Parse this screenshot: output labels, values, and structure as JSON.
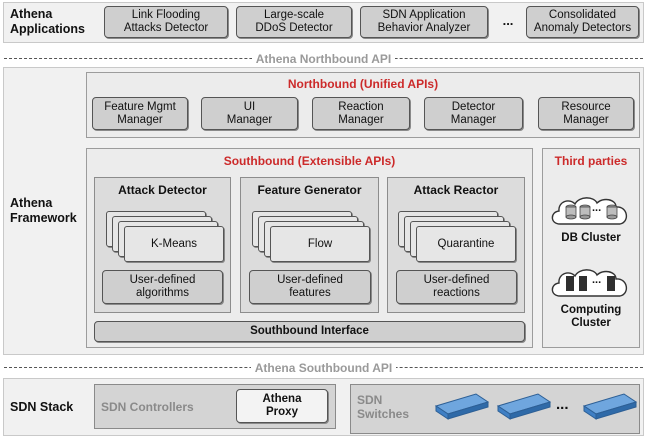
{
  "applications": {
    "label_line1": "Athena",
    "label_line2": "Applications",
    "items": [
      {
        "line1": "Link Flooding",
        "line2": "Attacks Detector"
      },
      {
        "line1": "Large-scale",
        "line2": "DDoS Detector"
      },
      {
        "line1": "SDN Application",
        "line2": "Behavior Analyzer"
      },
      {
        "line1": "Consolidated",
        "line2": "Anomaly Detectors"
      }
    ],
    "ellipsis": "..."
  },
  "northbound_api_label": "Athena Northbound API",
  "framework": {
    "label_line1": "Athena",
    "label_line2": "Framework",
    "northbound": {
      "title": "Northbound (Unified APIs)",
      "managers": [
        {
          "line1": "Feature Mgmt",
          "line2": "Manager"
        },
        {
          "line1": "UI",
          "line2": "Manager"
        },
        {
          "line1": "Reaction",
          "line2": "Manager"
        },
        {
          "line1": "Detector",
          "line2": "Manager"
        },
        {
          "line1": "Resource",
          "line2": "Manager"
        }
      ]
    },
    "southbound": {
      "title": "Southbound (Extensible APIs)",
      "columns": [
        {
          "title": "Attack Detector",
          "stack_label": "K-Means",
          "user_line1": "User-defined",
          "user_line2": "algorithms"
        },
        {
          "title": "Feature Generator",
          "stack_label": "Flow",
          "user_line1": "User-defined",
          "user_line2": "features"
        },
        {
          "title": "Attack Reactor",
          "stack_label": "Quarantine",
          "user_line1": "User-defined",
          "user_line2": "reactions"
        }
      ],
      "interface_label": "Southbound Interface"
    },
    "third_parties": {
      "title": "Third parties",
      "db_label": "DB Cluster",
      "computing_line1": "Computing",
      "computing_line2": "Cluster",
      "db_ellipsis": "...",
      "computing_ellipsis": "..."
    }
  },
  "southbound_api_label": "Athena Southbound API",
  "sdn_stack": {
    "label": "SDN Stack",
    "controllers_label": "SDN Controllers",
    "proxy_line1": "Athena",
    "proxy_line2": "Proxy",
    "switches_line1": "SDN",
    "switches_line2": "Switches",
    "switch_ellipsis": "..."
  },
  "colors": {
    "accent_red": "#cc2a2a",
    "api_gray": "#9a9a9a",
    "switch_blue": "#3f7fc4"
  }
}
